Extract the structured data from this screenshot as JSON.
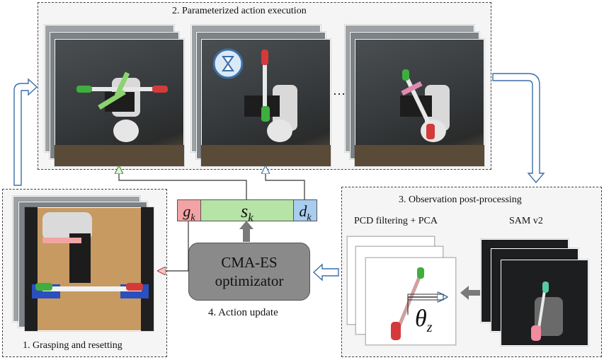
{
  "panels": {
    "execution": {
      "caption": "2.  Parameterized action execution",
      "ellipsis": "…"
    },
    "postprocess": {
      "caption": "3. Observation post-processing",
      "pcd_label": "PCD filtering + PCA",
      "sam_label": "SAM v2",
      "theta_label": "θ",
      "theta_sub": "z"
    },
    "grasping": {
      "caption": "1.  Grasping and resetting"
    },
    "update": {
      "caption": "4. Action update"
    }
  },
  "action_vector": {
    "g": {
      "symbol": "g",
      "sub": "k",
      "color": "#f2a3a3"
    },
    "s": {
      "symbol": "s",
      "sub": "k",
      "color": "#b6e3a6"
    },
    "d": {
      "symbol": "d",
      "sub": "k",
      "color": "#a8cdef"
    }
  },
  "optimizer": {
    "line1": "CMA-ES",
    "line2": "optimizator"
  },
  "icons": [
    "hourglass-reset-icon"
  ],
  "colors": {
    "arrow_fill": "#ffffff",
    "arrow_stroke": "#3a6fa8",
    "gray_arrow": "#7a7a7a"
  }
}
